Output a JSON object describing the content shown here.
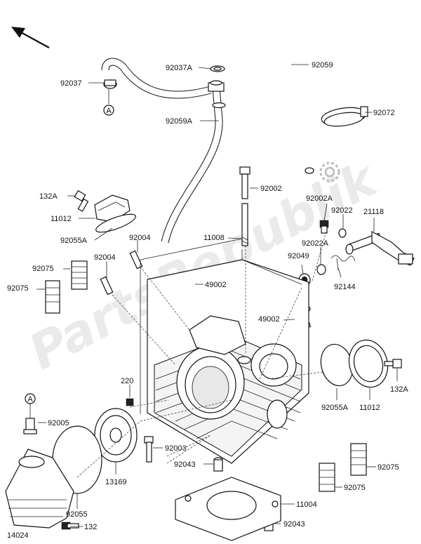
{
  "watermark": "PartsRepublik",
  "callouts": {
    "c92059": "92059",
    "c92037A": "92037A",
    "c92037": "92037",
    "c92059A": "92059A",
    "c92072": "92072",
    "c92002": "92002",
    "c132A_top": "132A",
    "c11012_top": "11012",
    "c92055A_top": "92055A",
    "c92002A": "92002A",
    "c92022": "92022",
    "c21118": "21118",
    "c92004_a": "92004",
    "c11008": "11008",
    "c92022A": "92022A",
    "c92075_a": "92075",
    "c92004_b": "92004",
    "c92049": "92049",
    "c92144": "92144",
    "c92075_b": "92075",
    "c49002_a": "49002",
    "c49002_b": "49002",
    "c220": "220",
    "c92055A_right": "92055A",
    "c11012_right": "11012",
    "c132A_right": "132A",
    "c92005": "92005",
    "c92003": "92003",
    "c92043_a": "92043",
    "c13169": "13169",
    "c92075_c": "92075",
    "c92075_d": "92075",
    "c92055": "92055",
    "c11004": "11004",
    "c14024": "14024",
    "c132": "132",
    "c92043_b": "92043"
  },
  "ref_markers": {
    "marker_top": "A",
    "marker_bottom": "A"
  },
  "icons": {
    "direction": "front-arrow-icon",
    "gear": "gear-icon"
  }
}
